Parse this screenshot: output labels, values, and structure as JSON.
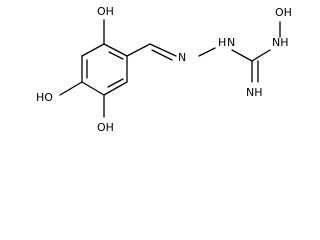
{
  "molecule": {
    "atoms": {
      "oh_top": "OH",
      "oh_left": "HO",
      "oh_bottom": "OH",
      "oh_hydroxylamine": "OH",
      "nh_hydrazone": "N",
      "nh_amine": "NH",
      "hn_amino": "H",
      "nh_imine": "NH"
    },
    "bond_color": "#000000",
    "background": "#ffffff"
  }
}
